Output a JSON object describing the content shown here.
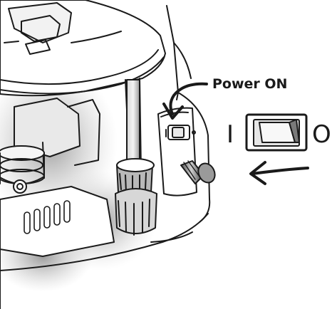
{
  "callout": {
    "label": "Power ON"
  },
  "switch_legend": {
    "on_symbol": "I",
    "off_symbol": "O"
  },
  "colors": {
    "ink": "#1a1a1a",
    "shade": "#8a8a8a",
    "paper": "#ffffff"
  }
}
